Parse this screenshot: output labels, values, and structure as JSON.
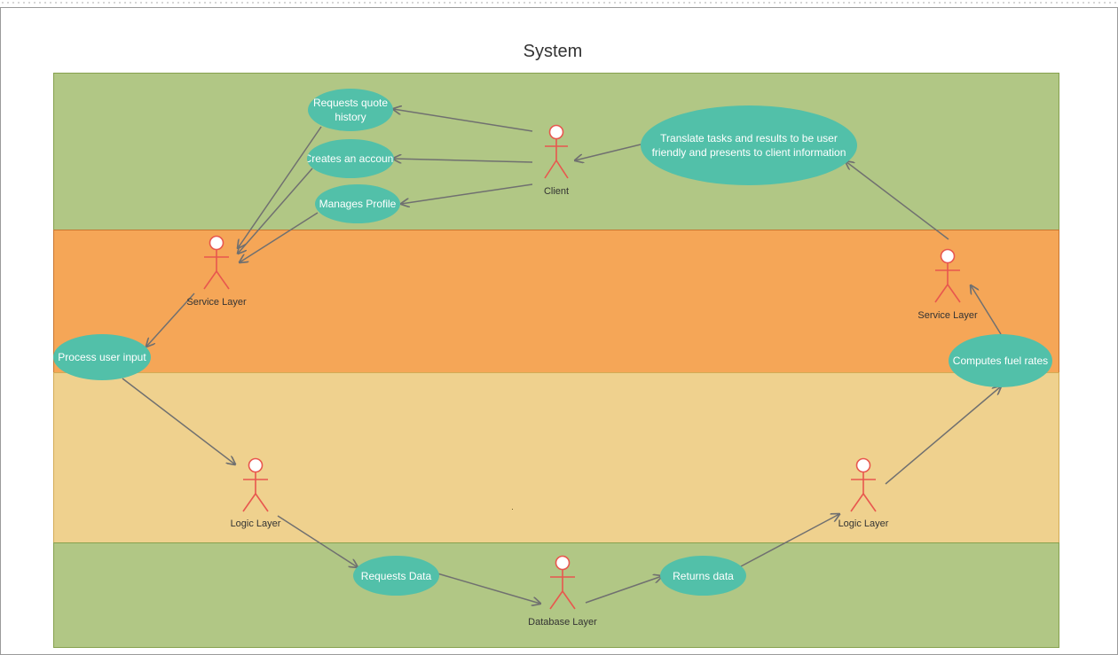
{
  "diagram": {
    "title": "System",
    "colors": {
      "band_green": "#b1c785",
      "band_orange": "#f5a657",
      "band_yellow": "#efd18e",
      "use_case_fill": "#52c0a9",
      "actor_stroke": "#e8574e",
      "arrow": "#707070"
    },
    "actors": {
      "client": "Client",
      "service_layer_left": "Service Layer",
      "service_layer_right": "Service Layer",
      "logic_layer_left": "Logic Layer",
      "logic_layer_right": "Logic Layer",
      "database_layer": "Database Layer"
    },
    "use_cases": {
      "requests_quote_history": "Requests quote\nhistory",
      "creates_an_account": "Creates an accoun",
      "manages_profile": "Manages Profile",
      "translate_tasks": "Translate tasks and results to be user\nfriendly and presents to client information",
      "process_user_input": "Process user input",
      "computes_fuel_rates": "Computes fuel rates",
      "requests_data": "Requests Data",
      "returns_data": "Returns data"
    }
  }
}
